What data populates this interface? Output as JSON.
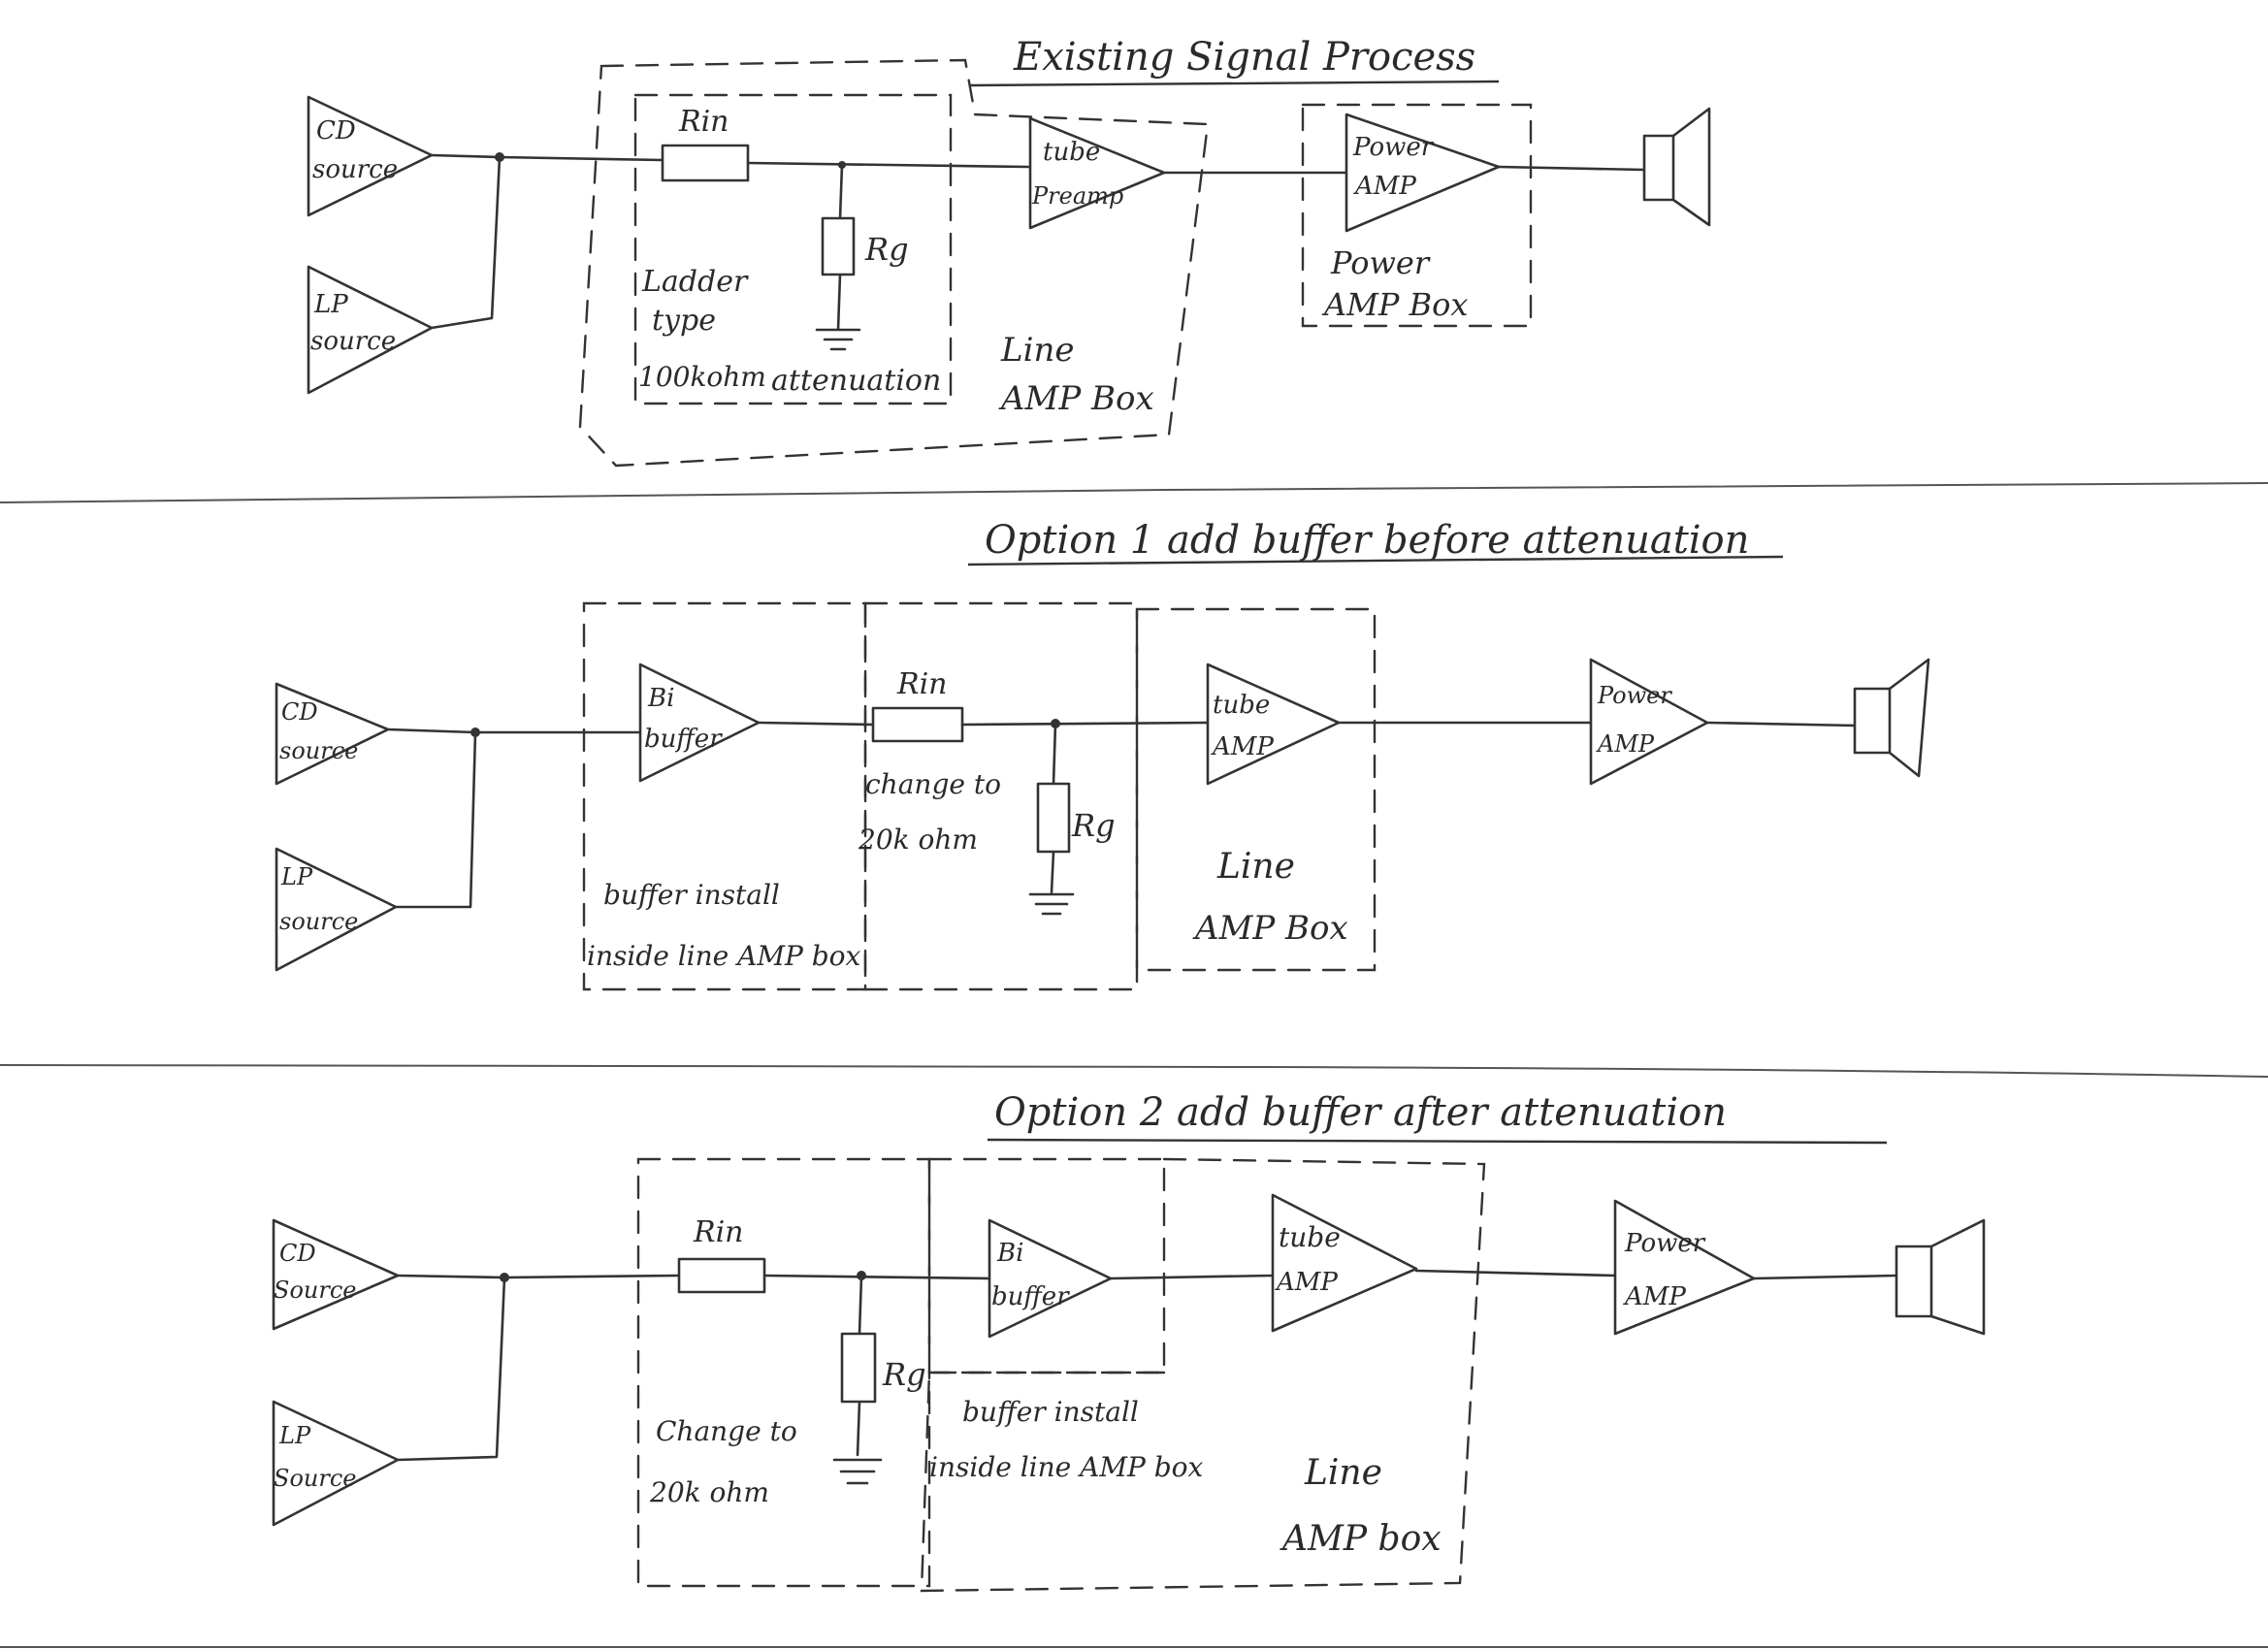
{
  "section1": {
    "title": "Existing Signal Process",
    "cd_source": [
      "CD",
      "source"
    ],
    "lp_source": [
      "LP",
      "source"
    ],
    "rin": "Rin",
    "rg": "Rg",
    "ladder_label": [
      "Ladder",
      "type",
      "100kohm",
      "attenuation"
    ],
    "preamp": [
      "tube",
      "Preamp"
    ],
    "power_amp": [
      "Power",
      "AMP"
    ],
    "power_box_label": [
      "Power",
      "AMP Box"
    ],
    "line_box_label": [
      "Line",
      "AMP Box"
    ]
  },
  "section2": {
    "title": "Option 1 add buffer before attenuation",
    "cd_source": [
      "CD",
      "source"
    ],
    "lp_source": [
      "LP",
      "source"
    ],
    "buffer": [
      "Bi",
      "buffer"
    ],
    "rin": "Rin",
    "rg": "Rg",
    "change_label": [
      "change to",
      "20k ohm"
    ],
    "buffer_install_label": [
      "buffer install",
      "inside line AMP box"
    ],
    "tube_amp": [
      "tube",
      "AMP"
    ],
    "power_amp": [
      "Power",
      "AMP"
    ],
    "line_box_label": [
      "Line",
      "AMP Box"
    ]
  },
  "section3": {
    "title": "Option 2 add buffer after attenuation",
    "cd_source": [
      "CD",
      "Source"
    ],
    "lp_source": [
      "LP",
      "Source"
    ],
    "rin": "Rin",
    "rg": "Rg",
    "change_label": [
      "Change to",
      "20k ohm"
    ],
    "buffer": [
      "Bi",
      "buffer"
    ],
    "buffer_install_label": [
      "buffer install",
      "inside line AMP box"
    ],
    "tube_amp": [
      "tube",
      "AMP"
    ],
    "power_amp": [
      "Power",
      "AMP"
    ],
    "line_box_label": [
      "Line",
      "AMP box"
    ]
  }
}
